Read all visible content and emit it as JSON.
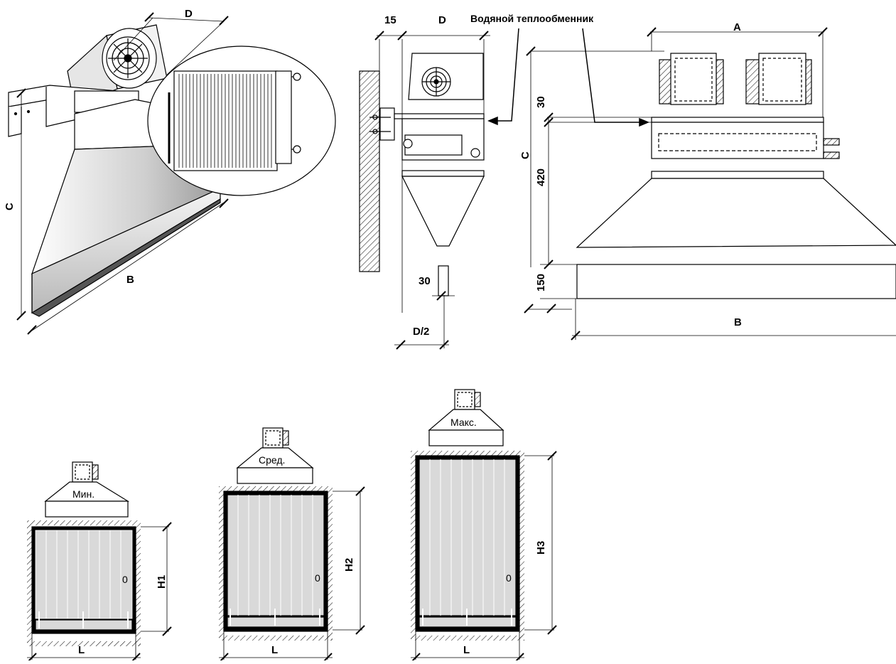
{
  "title": "Водяной теплообменник",
  "iso": {
    "d": "D",
    "c": "C",
    "b": "B"
  },
  "side": {
    "d15": "15",
    "d": "D",
    "d30": "30",
    "dhalf": "D/2"
  },
  "front": {
    "a": "A",
    "c": "C",
    "d30": "30",
    "d420": "420",
    "d150": "150",
    "b": "B"
  },
  "doors": [
    {
      "level": "Мин.",
      "height": "H1",
      "width": "L"
    },
    {
      "level": "Сред.",
      "height": "H2",
      "width": "L"
    },
    {
      "level": "Макс.",
      "height": "H3",
      "width": "L"
    }
  ],
  "handle": "0"
}
